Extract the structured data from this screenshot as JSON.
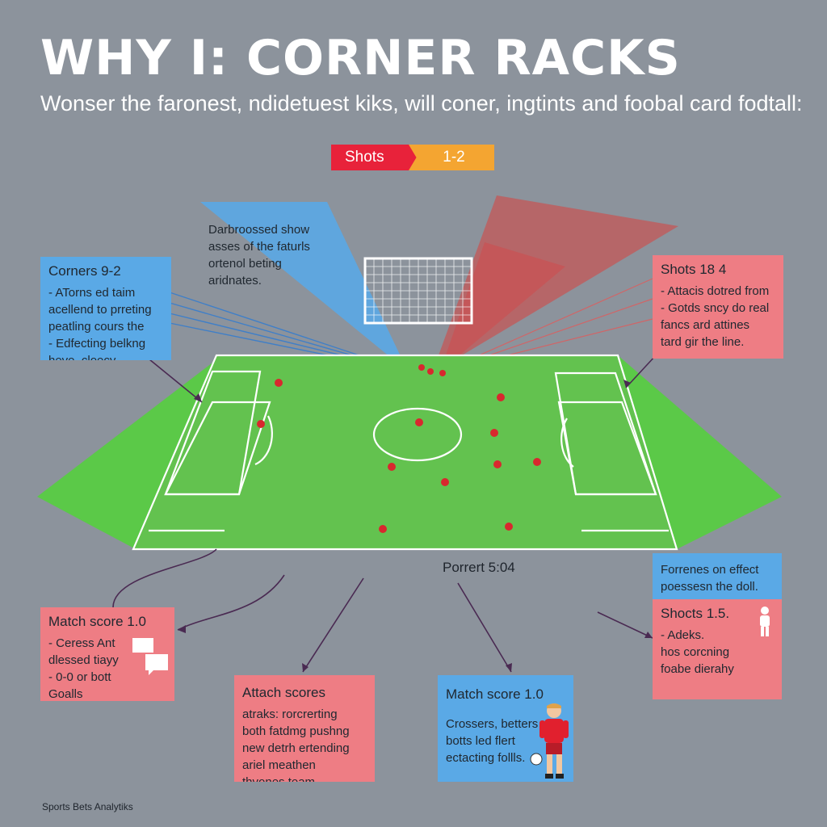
{
  "header": {
    "title": "WHY I: CORNER RACKS",
    "subtitle": "Wonser the faronest, ndidetuest kiks, will coner, ingtints and foobal card fodtall:"
  },
  "badge": {
    "left_label": "Shots",
    "right_label": "1-2"
  },
  "top_center_box": {
    "lines": [
      "Darbroossed show",
      "asses of the faturls",
      "ortenol beting",
      "aridnates."
    ]
  },
  "corners_box": {
    "heading": "Corners 9-2",
    "lines": [
      "- ATorns ed taim",
      "acellend to prreting",
      "peatling cours the",
      "- Edfecting belkng",
      "heve, cloecy."
    ]
  },
  "shots_box_top": {
    "heading": "Shots 18 4",
    "lines": [
      "- Attacis dotred from",
      "- Gotds sncy do real",
      "fancs ard attines",
      "tard gir the line."
    ]
  },
  "center_label": "Porrert 5:04",
  "effect_box": {
    "lines": [
      "Forrenes on effect",
      "poessesn the doll."
    ]
  },
  "shots_box_bottom": {
    "heading": "Shocts 1.5.",
    "lines": [
      "- Adeks.",
      "hos corcning",
      "foabe dierahy"
    ]
  },
  "match_score_left": {
    "heading": "Match score 1.0",
    "lines": [
      "- Ceress Ant",
      "dlessed tiayy",
      "- 0-0 or bott",
      "Goalls"
    ]
  },
  "attach_box": {
    "heading": "Attach scores",
    "lines": [
      "atraks: rorcrerting",
      "both fatdmg pushng",
      "new detrh ertending",
      "ariel meathen",
      "thvones team."
    ]
  },
  "match_score_right": {
    "heading": "Match score 1.0",
    "lines": [
      "Crossers, betters",
      "botts led flert",
      "ectacting follls."
    ]
  },
  "footer": "Sports Bets Analytiks",
  "colors": {
    "background": "#8c939c",
    "pitch": "#63c24f",
    "pitch_outer": "#5bc948",
    "info_blue": "#5aa9e6",
    "info_pink": "#ee7d84",
    "badge_red": "#e8223a",
    "badge_orange": "#f4a531",
    "connector": "#4a2a52"
  },
  "icons": [
    "goal-net-icon",
    "player-figure-icon",
    "speech-bubble-icon"
  ]
}
